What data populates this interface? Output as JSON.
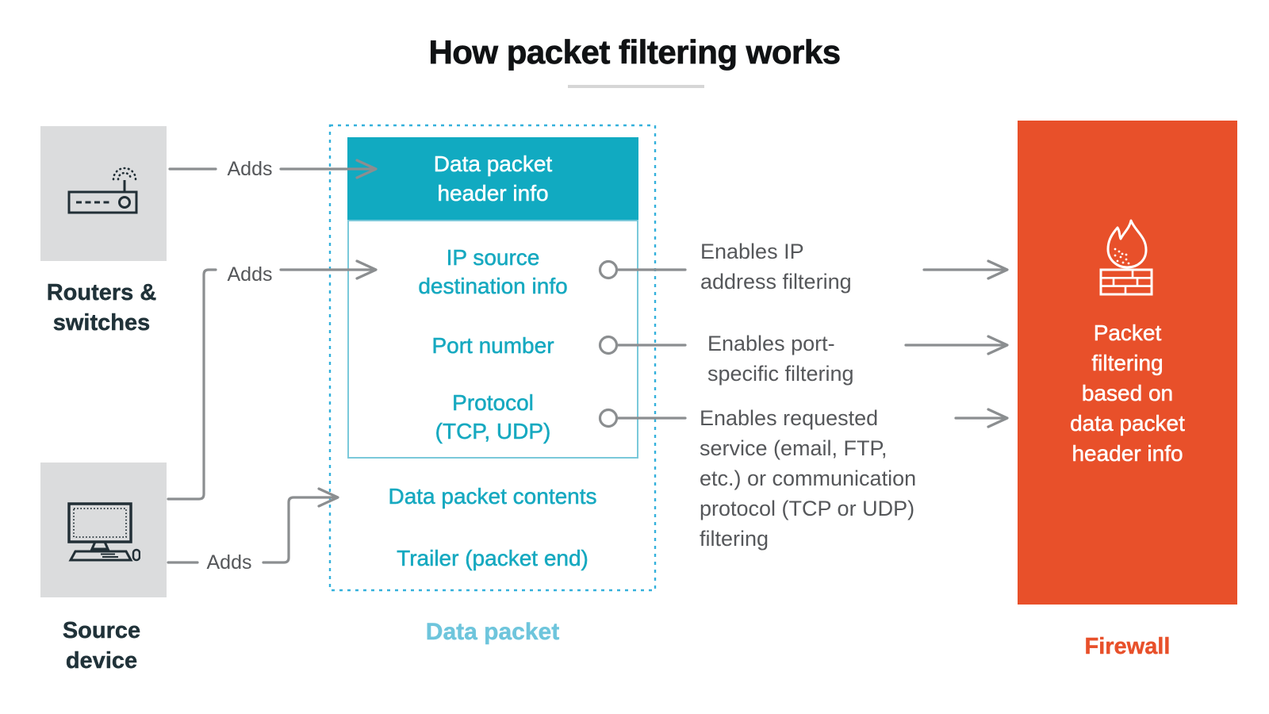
{
  "title": {
    "text": "How packet filtering works"
  },
  "sources": {
    "routers_label": "Routers &\nswitches",
    "source_label": "Source\ndevice"
  },
  "adds_labels": {
    "adds1": "Adds",
    "adds2": "Adds",
    "adds3": "Adds"
  },
  "data_packet": {
    "caption": "Data packet",
    "header": "Data packet\nheader info",
    "fields": [
      {
        "name": "ip-source-destination",
        "text": "IP source\ndestination info"
      },
      {
        "name": "port-number",
        "text": "Port number"
      },
      {
        "name": "protocol",
        "text": "Protocol\n(TCP, UDP)"
      }
    ],
    "contents": "Data packet contents",
    "trailer": "Trailer (packet end)"
  },
  "filtering_effects": [
    {
      "text": "Enables IP\naddress filtering"
    },
    {
      "text": "Enables port-\nspecific filtering"
    },
    {
      "text": "Enables requested\nservice (email, FTP,\netc.) or communication\nprotocol (TCP or UDP)\nfiltering"
    }
  ],
  "firewall": {
    "description": "Packet\nfiltering\nbased on\ndata packet\nheader info",
    "caption": "Firewall"
  },
  "colors": {
    "teal_header": "#11aac1",
    "teal_text": "#16a9c0",
    "light_teal_caption": "#6ec5dc",
    "dashed_border_blue": "#35b1dc",
    "firewall_orange": "#e8502a",
    "connector_gray": "#8b8e90",
    "label_gray": "#55575a",
    "dark_slate_label": "#203239",
    "device_box_gray": "#dbdcdd"
  }
}
